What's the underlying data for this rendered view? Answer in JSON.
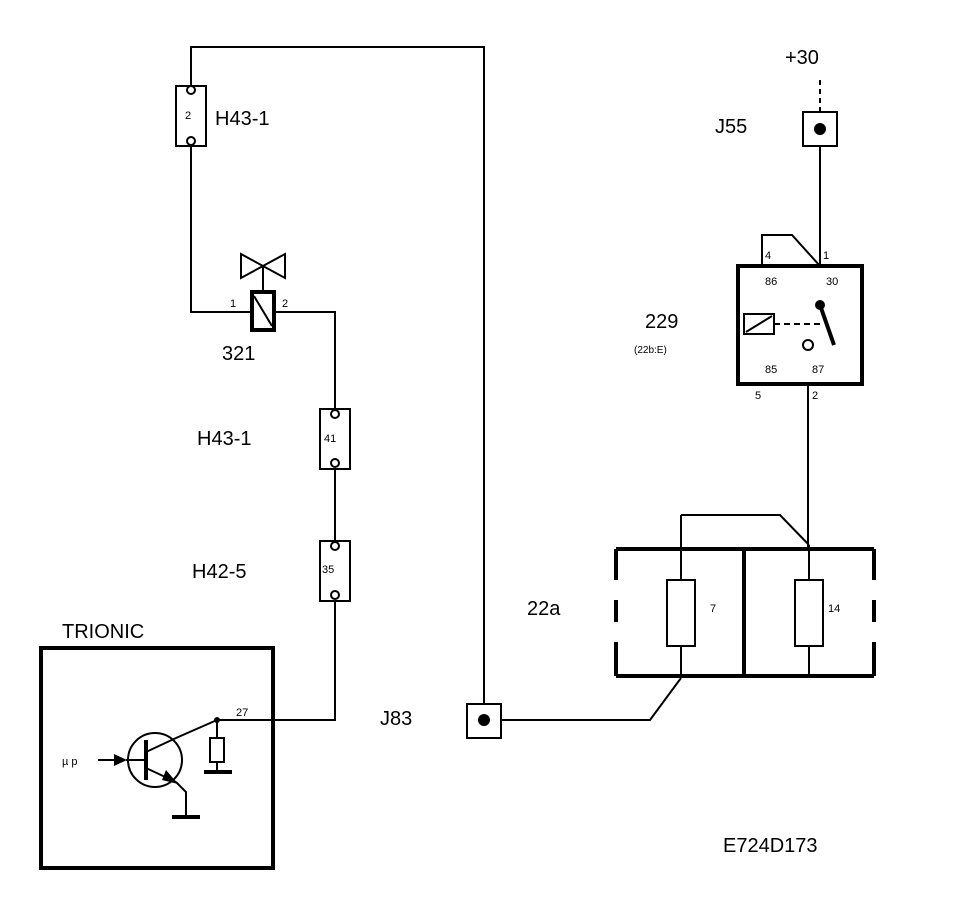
{
  "labels": {
    "plus30": "+30",
    "j55": "J55",
    "c229": "229",
    "c229_sub": "(22b:E)",
    "h43_top": "H43-1",
    "h43_mid": "H43-1",
    "h42": "H42-5",
    "c321": "321",
    "trionic": "TRIONIC",
    "j83": "J83",
    "c22a": "22a",
    "code": "E724D173",
    "up": "µ p"
  },
  "pins": {
    "h43_top_pin": "2",
    "h43_mid_pin": "41",
    "h42_pin": "35",
    "valve_pin1": "1",
    "valve_pin2": "2",
    "trionic_pin": "27",
    "relay_4": "4",
    "relay_1": "1",
    "relay_86": "86",
    "relay_30": "30",
    "relay_85": "85",
    "relay_87": "87",
    "relay_5": "5",
    "relay_2": "2",
    "fuse_7": "7",
    "fuse_14": "14"
  }
}
